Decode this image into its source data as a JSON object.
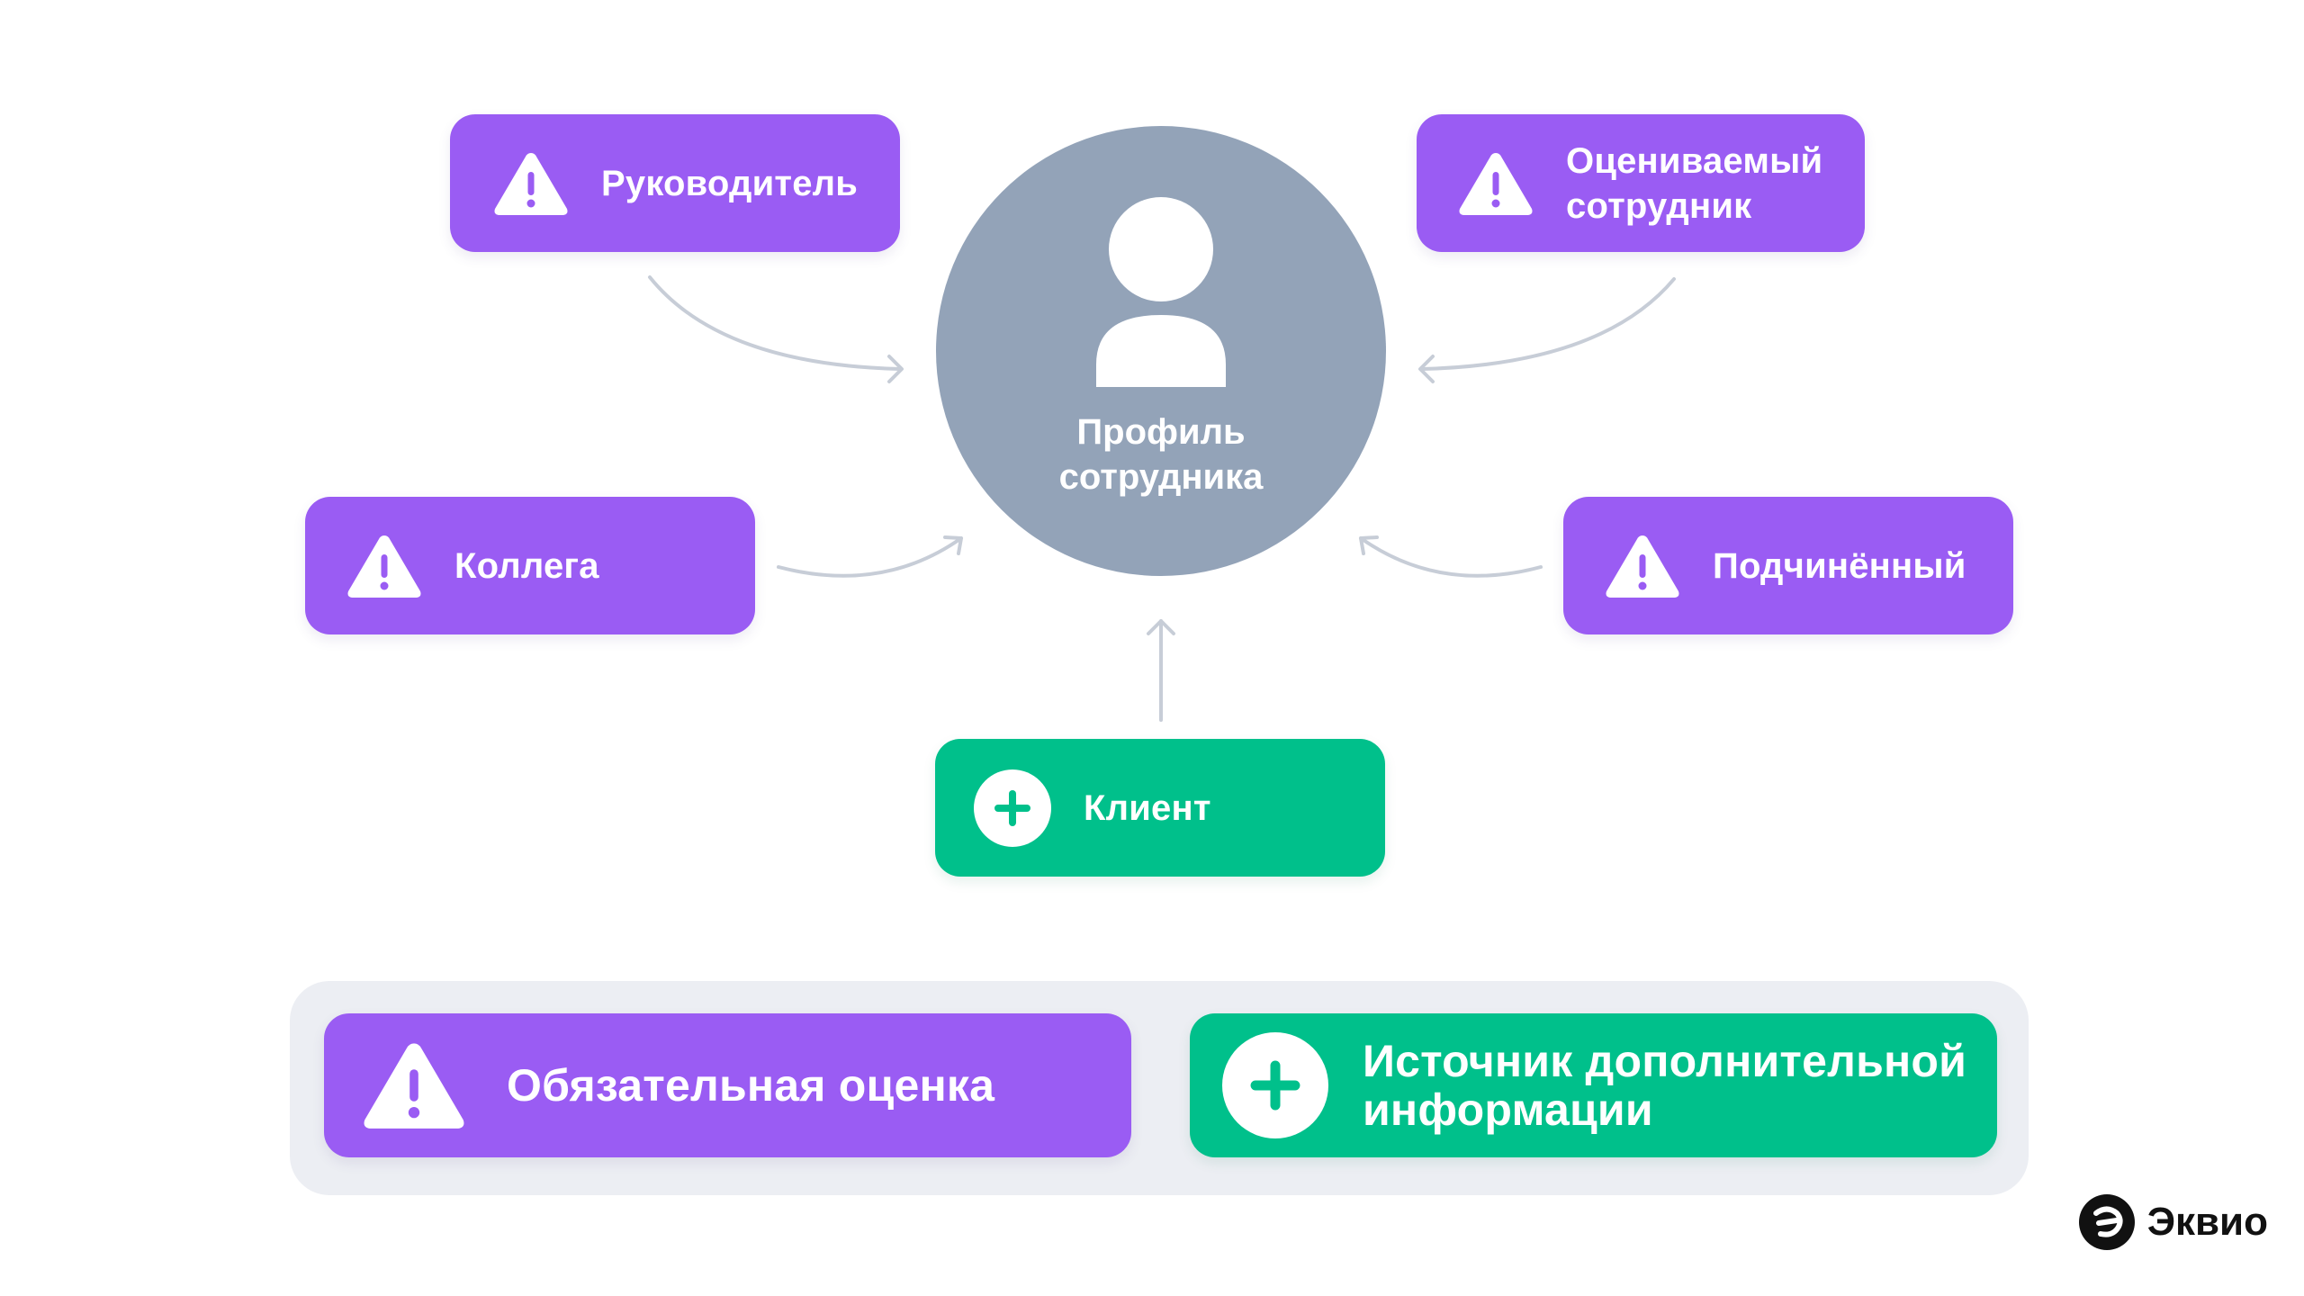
{
  "center": {
    "label": "Профиль\nсотрудника"
  },
  "sources": {
    "manager": "Руководитель",
    "evaluated": "Оцениваемый\nсотрудник",
    "colleague": "Коллега",
    "subordinate": "Подчинённый",
    "client": "Клиент"
  },
  "legend": {
    "mandatory": "Обязательная оценка",
    "additional": "Источник дополнительной\nинформации"
  },
  "brand": {
    "name": "Эквио"
  },
  "icons": {
    "mandatory": "warning-triangle-icon",
    "additional": "plus-circle-icon",
    "center": "person-icon",
    "brand": "brand-logo-icon"
  },
  "colors": {
    "mandatory": "#9a5cf3",
    "additional": "#00c08b",
    "profile": "#93a3b8",
    "arrow": "#c7cdd7",
    "legend_bg": "#eceef3"
  }
}
